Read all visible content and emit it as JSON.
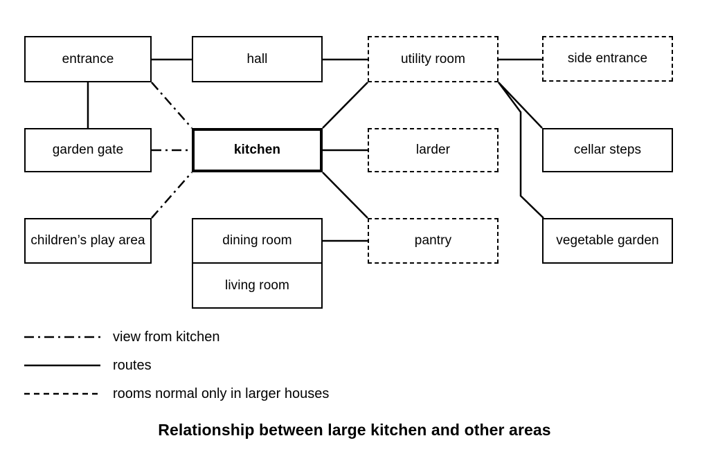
{
  "diagram": {
    "caption": "Relationship between large kitchen and other areas",
    "nodes": {
      "entrance": "entrance",
      "hall": "hall",
      "utility_room": "utility room",
      "side_entrance": "side entrance",
      "garden_gate": "garden gate",
      "kitchen": "kitchen",
      "larder": "larder",
      "cellar_steps": "cellar steps",
      "childrens_play_area": "children’s play area",
      "dining_room": "dining room",
      "living_room": "living room",
      "pantry": "pantry",
      "vegetable_garden": "vegetable garden"
    },
    "legend": [
      {
        "style": "dash-dot",
        "label": "view from kitchen"
      },
      {
        "style": "solid",
        "label": "routes"
      },
      {
        "style": "dashed",
        "label": "rooms normal only in larger houses"
      }
    ],
    "colors": {
      "ink": "#000000",
      "paper": "#ffffff"
    }
  }
}
